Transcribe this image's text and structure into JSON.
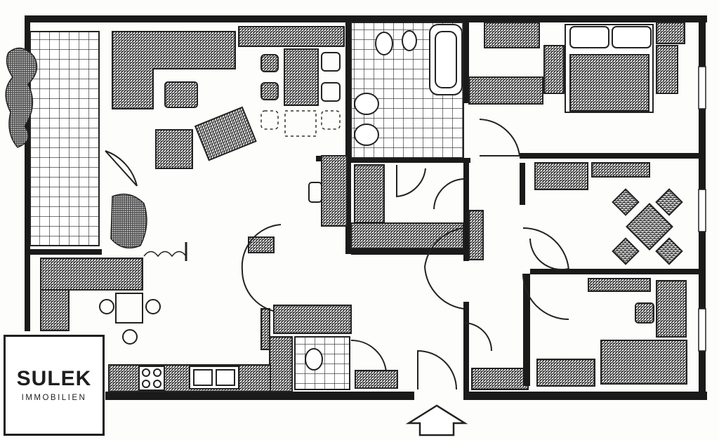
{
  "image": {
    "type": "floor-plan",
    "style": "black-and-white line drawing"
  },
  "logo": {
    "name": "SULEK",
    "subtitle": "IMMOBILIEN"
  },
  "entrance_marker": "arrow-up-icon",
  "colors": {
    "ink": "#1a1a1a",
    "paper": "#fdfdfb"
  }
}
